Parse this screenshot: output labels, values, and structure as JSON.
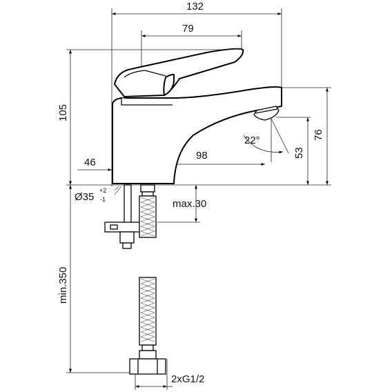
{
  "dimensions": {
    "total_width": "132",
    "lever_width": "79",
    "body_height": "105",
    "body_width": "46",
    "spout_reach": "98",
    "spout_height": "76",
    "aerator_height": "53",
    "spray_angle": "22°",
    "hole_diameter": "Ø35",
    "hole_tol_plus": "+2",
    "hole_tol_minus": "-1",
    "max_thickness": "max.30",
    "min_hose_length": "min.350",
    "connections": "2xG1/2"
  }
}
